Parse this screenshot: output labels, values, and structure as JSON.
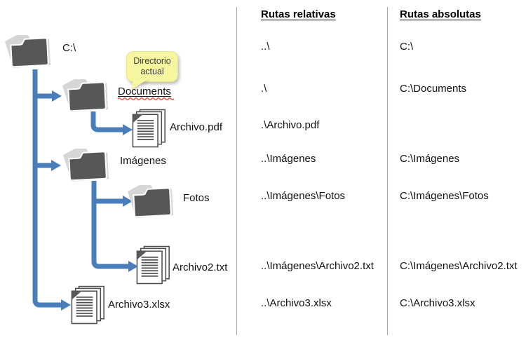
{
  "diagram": {
    "title_hint": "Rutas relativas y absolutas (árbol de directorios)",
    "colors": {
      "arrow_blue": "#4a7ebb",
      "folder_front": "#575757",
      "folder_back": "#d6d6d6",
      "document_outline": "#4d4d4d",
      "callout_fill": "#f7f7a2",
      "callout_text": "#3f3f3f",
      "divider": "#a6a6a6",
      "spellcheck_squiggle": "#e0301e"
    },
    "callout": {
      "line1": "Directorio",
      "line2": "actual"
    },
    "tree": {
      "nodes": [
        {
          "label": "C:\\",
          "type": "folder"
        },
        {
          "label": "Documents",
          "type": "folder",
          "current": true
        },
        {
          "label": "Archivo.pdf",
          "type": "file"
        },
        {
          "label": "Imágenes",
          "type": "folder"
        },
        {
          "label": "Fotos",
          "type": "folder"
        },
        {
          "label": "Archivo2.txt",
          "type": "file"
        },
        {
          "label": "Archivo3.xlsx",
          "type": "file"
        }
      ]
    },
    "columns": {
      "relative_header": "Rutas relativas",
      "absolute_header": "Rutas absolutas",
      "rows": [
        {
          "node": "C:\\",
          "relative": "..\\",
          "absolute": "C:\\"
        },
        {
          "node": "Documents",
          "relative": ".\\",
          "absolute": "C:\\Documents"
        },
        {
          "node": "Archivo.pdf",
          "relative": ".\\Archivo.pdf",
          "absolute": ""
        },
        {
          "node": "Imágenes",
          "relative": "..\\Imágenes",
          "absolute": "C:\\Imágenes"
        },
        {
          "node": "Fotos",
          "relative": "..\\Imágenes\\Fotos",
          "absolute": "C:\\Imágenes\\Fotos"
        },
        {
          "node": "Archivo2.txt",
          "relative": "..\\Imágenes\\Archivo2.txt",
          "absolute": "C:\\Imágenes\\Archivo2.txt"
        },
        {
          "node": "Archivo3.xlsx",
          "relative": "..\\Archivo3.xlsx",
          "absolute": "C:\\Archivo3.xlsx"
        }
      ]
    }
  }
}
